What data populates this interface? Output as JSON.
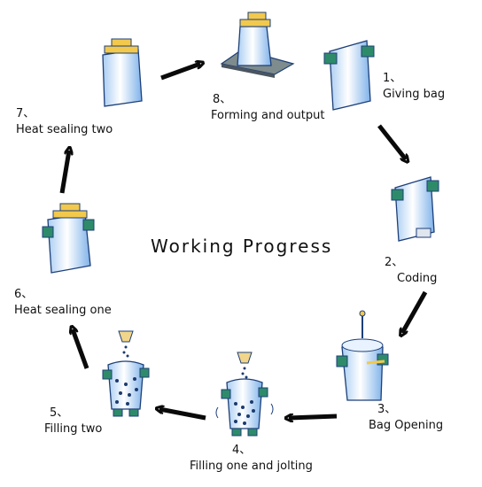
{
  "diagram": {
    "title": "Working Progress",
    "steps": [
      {
        "number": "1、",
        "label": "Giving bag"
      },
      {
        "number": "2、",
        "label": "Coding"
      },
      {
        "number": "3、",
        "label": "Bag Opening"
      },
      {
        "number": "4、",
        "label": "Filling one and jolting"
      },
      {
        "number": "5、",
        "label": "Filling two"
      },
      {
        "number": "6、",
        "label": "Heat sealing one"
      },
      {
        "number": "7、",
        "label": "Heat sealing two"
      },
      {
        "number": "8、",
        "label": "Forming and output"
      }
    ],
    "colors": {
      "bag_fill": "#d6e9fb",
      "bag_stroke": "#1d3f78",
      "bag_highlight": "#ffffff",
      "gripper_green": "#2e8b6a",
      "gripper_gold": "#f2c94c",
      "arrow": "#0a0a0a",
      "particle": "#1c3a6e",
      "funnel": "#f1d58a",
      "base_gray": "#7f8c8d"
    },
    "icons": [
      "bag-giving-icon",
      "bag-coding-icon",
      "bag-opening-icon",
      "filling-jolting-icon",
      "filling-two-icon",
      "heat-sealing-one-icon",
      "heat-sealing-two-icon",
      "forming-output-icon"
    ]
  }
}
